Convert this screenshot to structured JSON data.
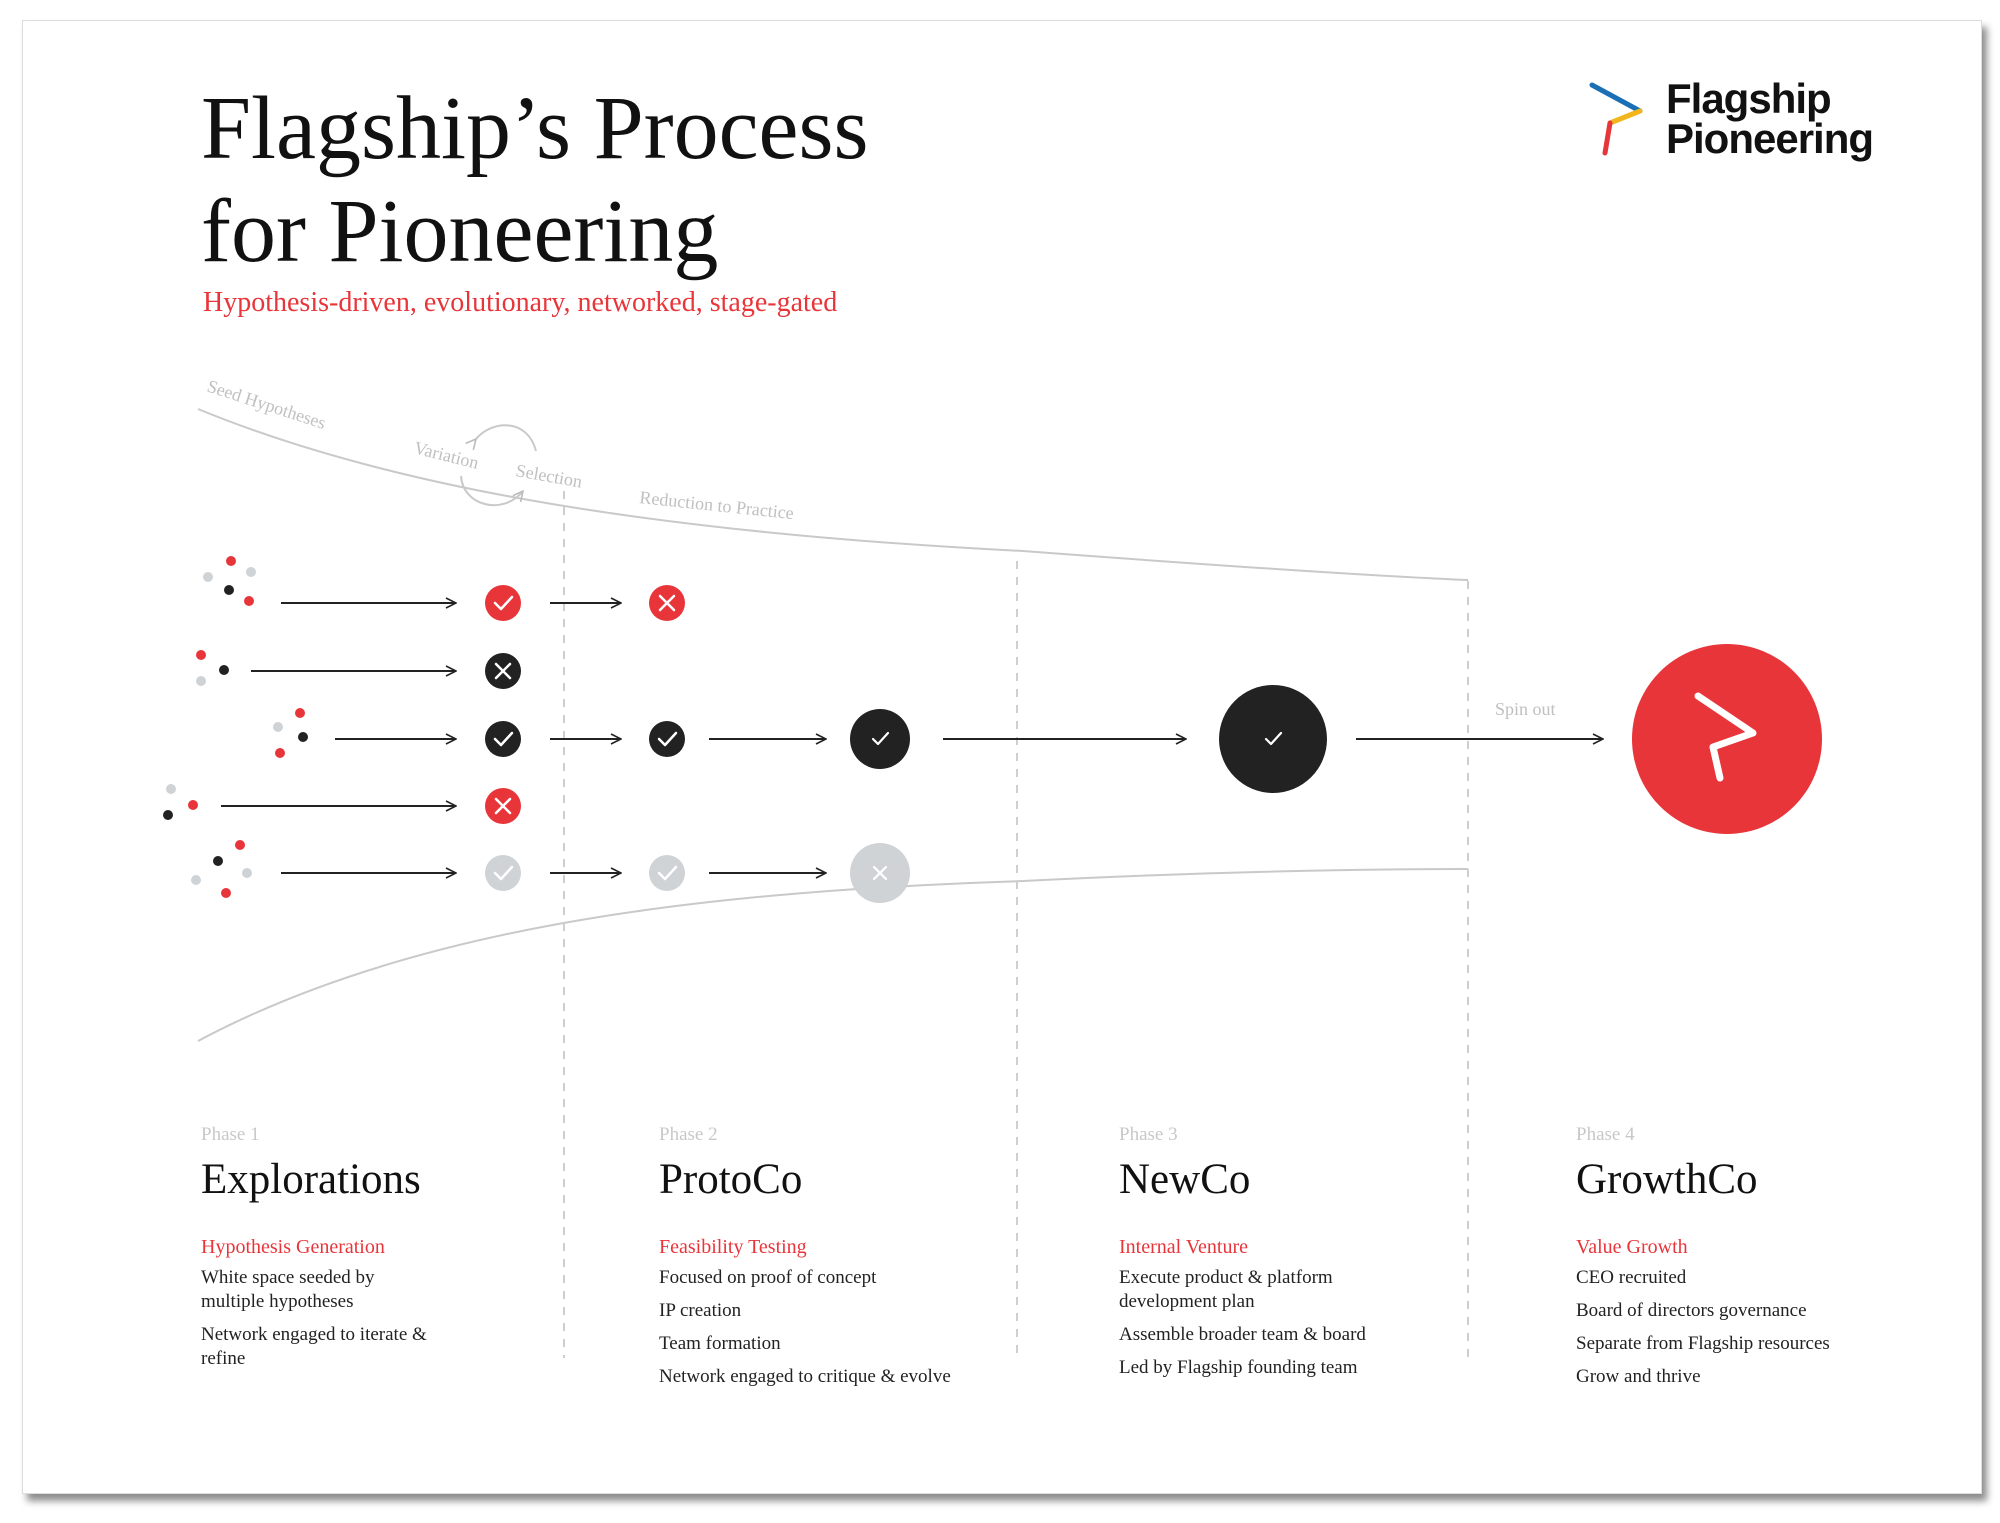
{
  "title": {
    "line1": "Flagship’s Process",
    "line2": "for Pioneering"
  },
  "subtitle": "Hypothesis-driven, evolutionary, networked, stage-gated",
  "logo": {
    "line1": "Flagship",
    "line2": "Pioneering"
  },
  "curve_labels": {
    "seed": "Seed Hypotheses",
    "variation": "Variation",
    "selection": "Selection",
    "reduction": "Reduction to Practice",
    "spin_out": "Spin out"
  },
  "phases": [
    {
      "num": "Phase 1",
      "title": "Explorations",
      "subtitle": "Hypothesis Generation",
      "items": [
        "White space seeded by multiple hypotheses",
        "Network engaged to iterate & refine"
      ]
    },
    {
      "num": "Phase 2",
      "title": "ProtoCo",
      "subtitle": "Feasibility Testing",
      "items": [
        "Focused on proof of concept",
        "IP creation",
        "Team formation",
        "Network engaged to critique & evolve"
      ]
    },
    {
      "num": "Phase 3",
      "title": "NewCo",
      "subtitle": "Internal Venture",
      "items": [
        "Execute product & platform development plan",
        "Assemble broader team & board",
        "Led by Flagship founding team"
      ]
    },
    {
      "num": "Phase 4",
      "title": "GrowthCo",
      "subtitle": "Value Growth",
      "items": [
        "CEO recruited",
        "Board of directors governance",
        "Separate from Flagship resources",
        "Grow and thrive"
      ]
    }
  ],
  "colors": {
    "red": "#e8353a",
    "black": "#222222",
    "grey": "#cfd3d6",
    "light_grey": "#c8c8c8"
  },
  "tracks": [
    {
      "outcomes": [
        [
          "red",
          "check"
        ],
        [
          "red",
          "cross"
        ]
      ]
    },
    {
      "outcomes": [
        [
          "black",
          "cross"
        ]
      ]
    },
    {
      "outcomes": [
        [
          "black",
          "check"
        ],
        [
          "black",
          "check"
        ],
        [
          "black",
          "check"
        ],
        [
          "black",
          "check"
        ],
        [
          "red",
          "spinout-logo"
        ]
      ]
    },
    {
      "outcomes": [
        [
          "red",
          "cross"
        ]
      ]
    },
    {
      "outcomes": [
        [
          "grey",
          "check"
        ],
        [
          "grey",
          "check"
        ],
        [
          "grey",
          "cross"
        ]
      ]
    }
  ]
}
